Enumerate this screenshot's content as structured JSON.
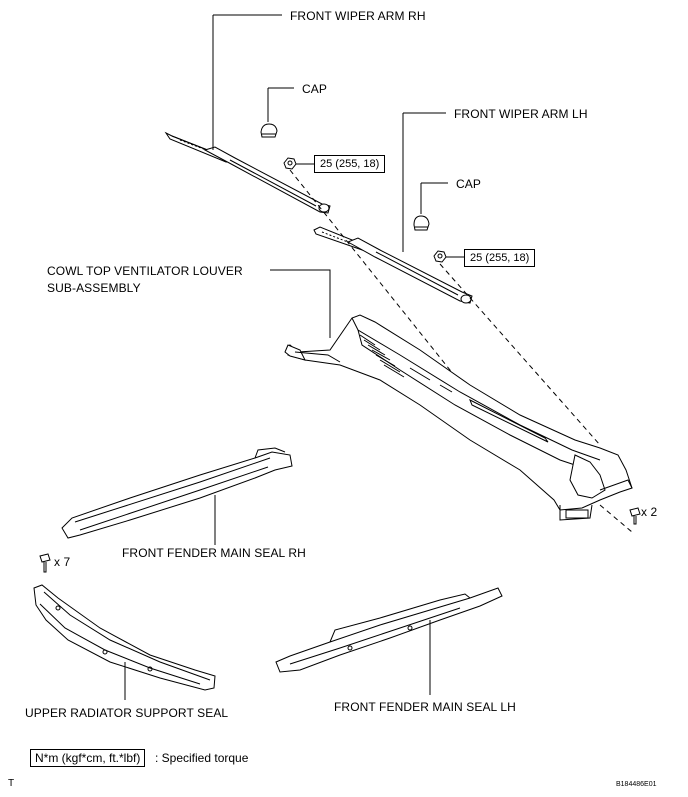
{
  "labels": {
    "front_wiper_arm_rh": "FRONT WIPER ARM RH",
    "cap_rh": "CAP",
    "front_wiper_arm_lh": "FRONT WIPER ARM LH",
    "cap_lh": "CAP",
    "cowl_line1": "COWL TOP VENTILATOR LOUVER",
    "cowl_line2": "SUB-ASSEMBLY",
    "fender_seal_rh": "FRONT FENDER MAIN SEAL RH",
    "fender_seal_lh": "FRONT FENDER MAIN SEAL LH",
    "radiator_seal": "UPPER RADIATOR SUPPORT SEAL",
    "qty_clips_cowl": "x 2",
    "qty_clips_seal": "x 7"
  },
  "torque": {
    "rh_nut": "25 (255, 18)",
    "lh_nut": "25 (255, 18)"
  },
  "legend": {
    "unit_box": "N*m (kgf*cm, ft.*lbf)",
    "description": ": Specified torque"
  },
  "footer": {
    "corner_mark": "T",
    "figure_code": "B184486E01"
  }
}
